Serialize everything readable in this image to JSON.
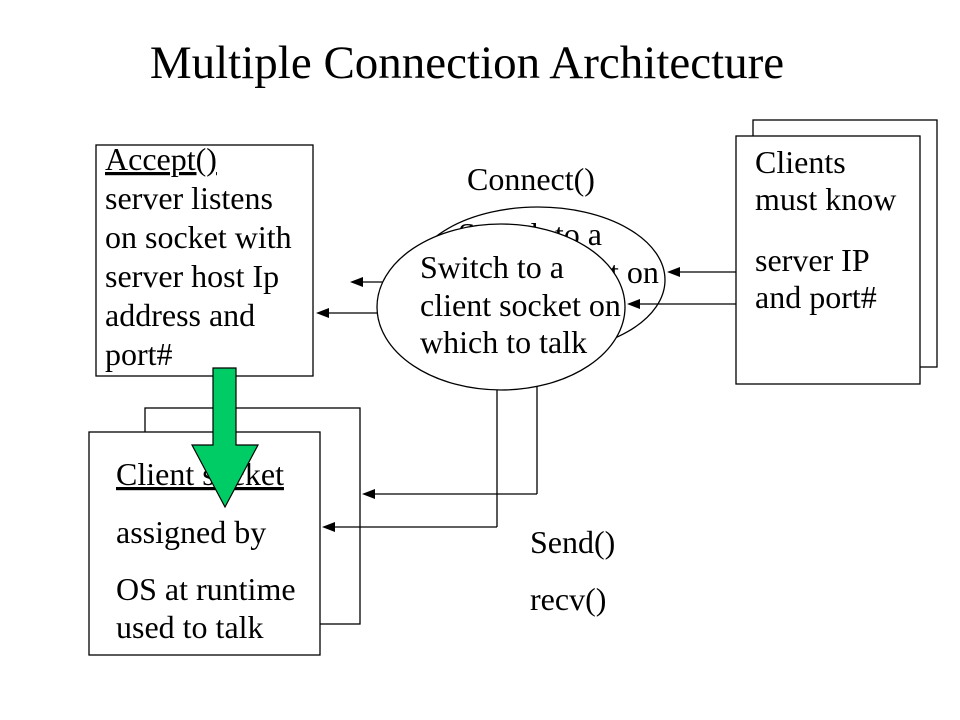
{
  "title": "Multiple Connection Architecture",
  "accept_box": {
    "heading": "Accept()",
    "lines": [
      "server listens",
      "on socket with",
      "server host Ip",
      "address and",
      "port#"
    ]
  },
  "connect_label": "Connect()",
  "back_ellipse": {
    "lines": [
      "Switch to a",
      "client socket on"
    ]
  },
  "front_ellipse": {
    "lines": [
      "Switch to a",
      "client socket on",
      "which to talk"
    ]
  },
  "clients_box": {
    "lines": [
      "Clients",
      "must know",
      "server IP",
      "and port#"
    ]
  },
  "client_socket_box": {
    "heading": "Client socket",
    "lines": [
      "assigned by",
      "OS at runtime",
      "used to talk"
    ]
  },
  "send_label": "Send()",
  "recv_label": "recv()",
  "colors": {
    "background": "#ffffff",
    "line": "#000000",
    "down_arrow_fill": "#00cc66"
  }
}
